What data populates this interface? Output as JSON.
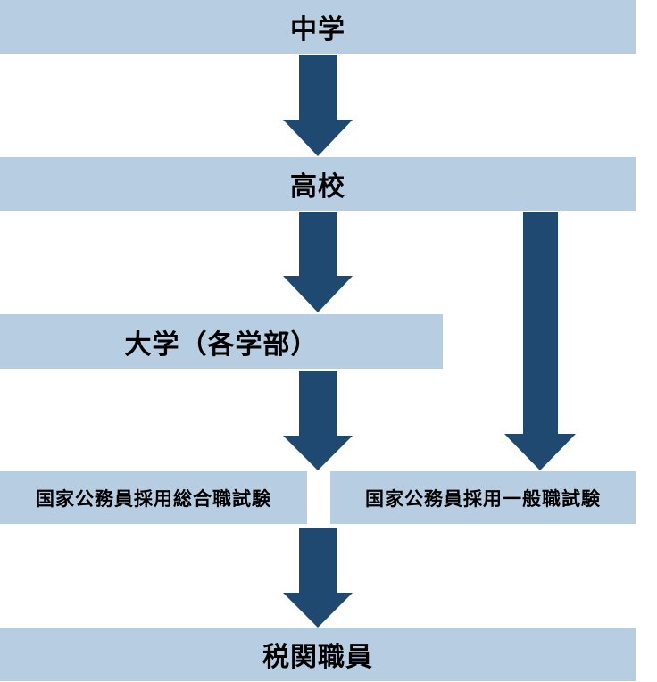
{
  "diagram": {
    "type": "flowchart",
    "colors": {
      "box_fill": "#b7cde2",
      "arrow_fill": "#1f4970",
      "text": "#000000"
    },
    "nodes": [
      {
        "id": "junior_high",
        "label": "中学"
      },
      {
        "id": "high_school",
        "label": "高校"
      },
      {
        "id": "university",
        "label": "大学（各学部）"
      },
      {
        "id": "exam_comprehensive",
        "label": "国家公務員採用総合職試験"
      },
      {
        "id": "exam_general",
        "label": "国家公務員採用一般職試験"
      },
      {
        "id": "customs_officer",
        "label": "税関職員"
      }
    ],
    "edges": [
      {
        "from": "junior_high",
        "to": "high_school"
      },
      {
        "from": "high_school",
        "to": "university"
      },
      {
        "from": "high_school",
        "to": "exam_general"
      },
      {
        "from": "university",
        "to": "exam_comprehensive"
      },
      {
        "from": "exam_comprehensive",
        "to": "customs_officer"
      },
      {
        "from": "exam_general",
        "to": "customs_officer"
      }
    ]
  }
}
